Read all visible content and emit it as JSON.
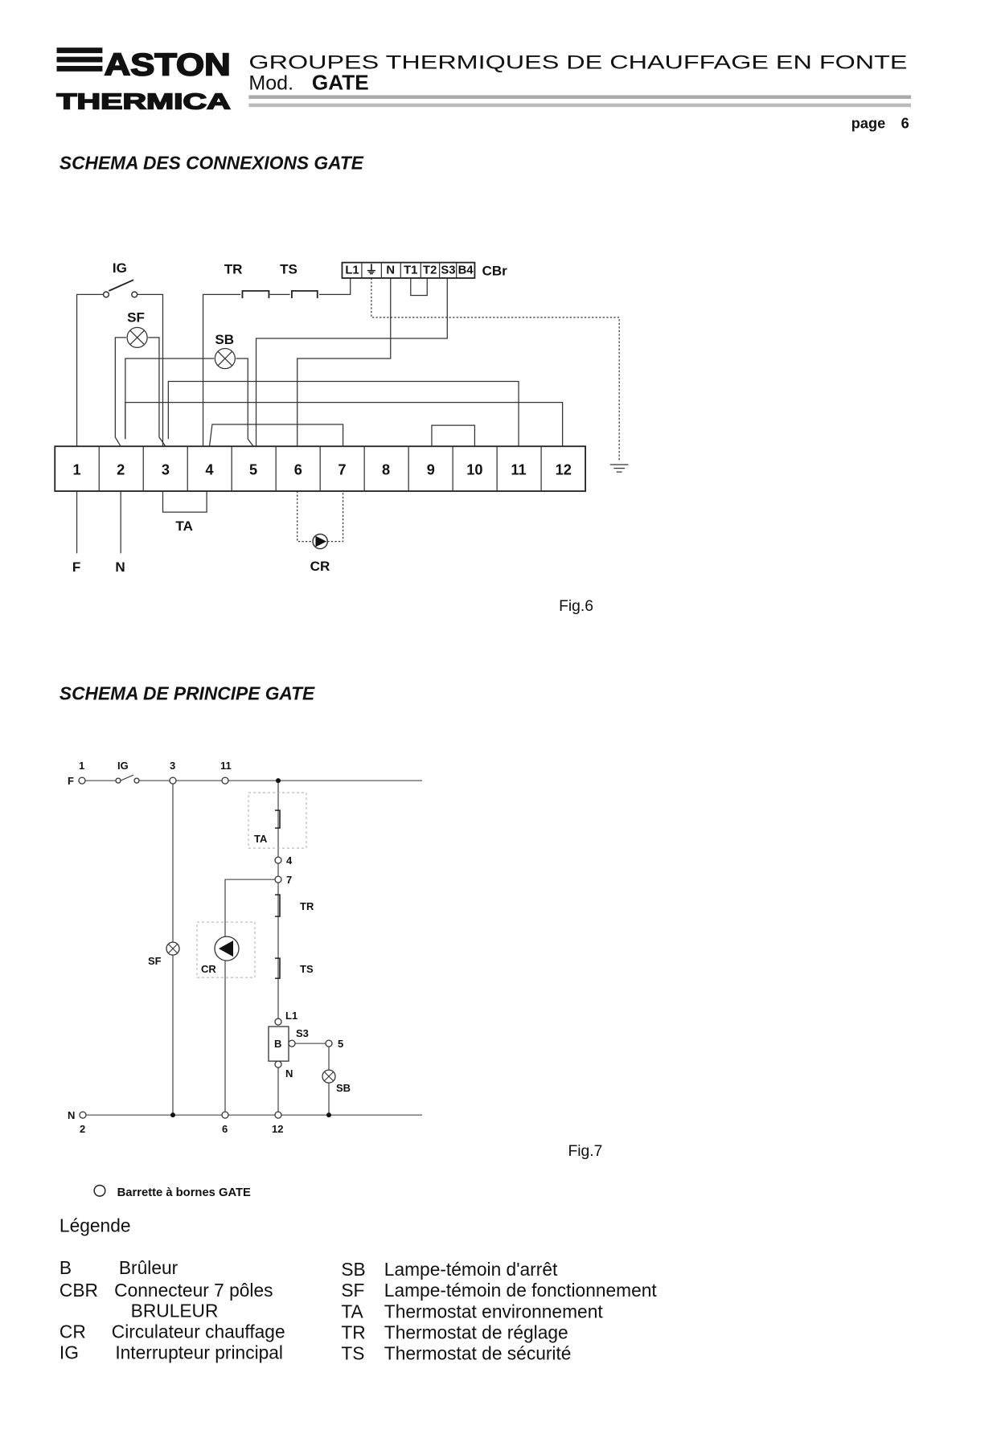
{
  "header": {
    "logo_top": "ASTON",
    "logo_bottom": "THERMICA",
    "title": "GROUPES THERMIQUES DE CHAUFFAGE EN FONTE",
    "model_prefix": "Mod.",
    "model": "GATE",
    "page_label": "page",
    "page_number": "6"
  },
  "fig6": {
    "section_title": "SCHEMA DES CONNEXIONS GATE",
    "caption": "Fig.6",
    "terminals": [
      "1",
      "2",
      "3",
      "4",
      "5",
      "6",
      "7",
      "8",
      "9",
      "10",
      "11",
      "12"
    ],
    "cbr_cells": [
      "L1",
      "⏚",
      "N",
      "T1",
      "T2",
      "S3",
      "B4"
    ],
    "labels": {
      "ig": "IG",
      "tr": "TR",
      "ts": "TS",
      "cbr": "CBr",
      "sf": "SF",
      "sb": "SB",
      "ta": "TA",
      "cr": "CR",
      "f": "F",
      "n": "N"
    }
  },
  "fig7": {
    "section_title": "SCHEMA DE PRINCIPE GATE",
    "caption": "Fig.7",
    "labels": {
      "t1": "1",
      "ig": "IG",
      "t3": "3",
      "t11": "11",
      "f": "F",
      "n": "N",
      "t2": "2",
      "sf": "SF",
      "cr": "CR",
      "t6": "6",
      "ta": "TA",
      "t4": "4",
      "t7": "7",
      "tr": "TR",
      "ts": "TS",
      "l1": "L1",
      "b": "B",
      "s3": "S3",
      "t5": "5",
      "nb": "N",
      "sb": "SB",
      "t12": "12"
    }
  },
  "legend": {
    "terminal_note": "Barrette à bornes GATE",
    "title": "Légende",
    "left": [
      {
        "code": "B",
        "desc": "Brûleur"
      },
      {
        "code": "CBR",
        "desc": "Connecteur 7 pôles",
        "desc2": "BRULEUR"
      },
      {
        "code": "CR",
        "desc": "Circulateur chauffage"
      },
      {
        "code": "IG",
        "desc": "Interrupteur principal"
      }
    ],
    "right": [
      {
        "code": "SB",
        "desc": "Lampe-témoin d'arrêt"
      },
      {
        "code": "SF",
        "desc": "Lampe-témoin de fonctionnement"
      },
      {
        "code": "TA",
        "desc": "Thermostat environnement"
      },
      {
        "code": "TR",
        "desc": "Thermostat de réglage"
      },
      {
        "code": "TS",
        "desc": "Thermostat de sécurité"
      }
    ]
  }
}
